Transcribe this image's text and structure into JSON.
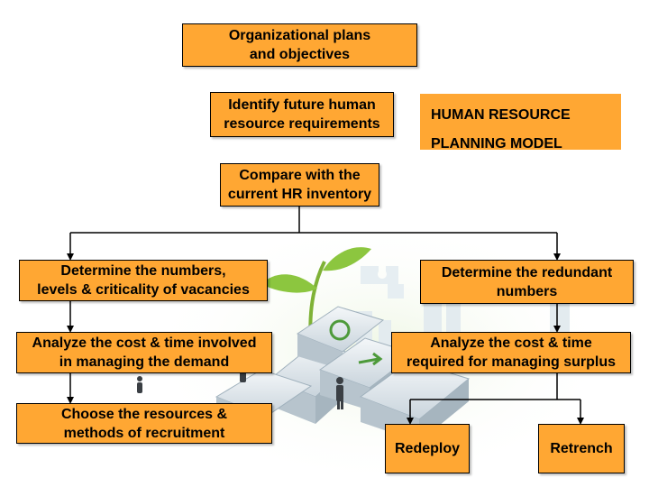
{
  "diagram": {
    "boxes": {
      "org_plans": "Organizational plans\nand objectives",
      "identify": "Identify future human\nresource requirements",
      "compare": "Compare with the\ncurrent HR inventory",
      "determine_vacancies": "Determine the numbers,\nlevels & criticality of vacancies",
      "determine_redundant": "Determine the redundant\nnumbers",
      "analyze_demand": "Analyze the cost & time involved\nin managing the demand",
      "analyze_surplus": "Analyze the cost & time\nrequired for managing surplus",
      "choose_resources": "Choose the resources &\nmethods of recruitment",
      "redeploy": "Redeploy",
      "retrench": "Retrench"
    },
    "title": {
      "line1": "HUMAN RESOURCE",
      "line2": "PLANNING MODEL"
    }
  },
  "colors": {
    "box_fill": "#FFA733",
    "box_border": "#000000",
    "connector": "#000000"
  }
}
